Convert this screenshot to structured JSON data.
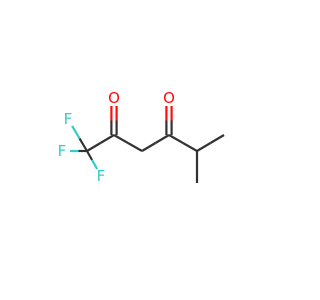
{
  "molecule": {
    "atoms": [
      {
        "id": "F1",
        "element": "F",
        "label": "F",
        "color": "#33cccc"
      },
      {
        "id": "F2",
        "element": "F",
        "label": "F",
        "color": "#33cccc"
      },
      {
        "id": "F3",
        "element": "F",
        "label": "F",
        "color": "#33cccc"
      },
      {
        "id": "C1",
        "element": "C",
        "label": ""
      },
      {
        "id": "C2",
        "element": "C",
        "label": ""
      },
      {
        "id": "O1",
        "element": "O",
        "label": "O",
        "color": "#ff0d0d"
      },
      {
        "id": "C3",
        "element": "C",
        "label": ""
      },
      {
        "id": "C4",
        "element": "C",
        "label": ""
      },
      {
        "id": "O2",
        "element": "O",
        "label": "O",
        "color": "#ff0d0d"
      },
      {
        "id": "C5",
        "element": "C",
        "label": ""
      },
      {
        "id": "C6",
        "element": "C",
        "label": ""
      },
      {
        "id": "C7",
        "element": "C",
        "label": ""
      }
    ],
    "bonds": [
      {
        "a": "C1",
        "b": "F1",
        "order": 1
      },
      {
        "a": "C1",
        "b": "F2",
        "order": 1
      },
      {
        "a": "C1",
        "b": "F3",
        "order": 1
      },
      {
        "a": "C1",
        "b": "C2",
        "order": 1
      },
      {
        "a": "C2",
        "b": "O1",
        "order": 2
      },
      {
        "a": "C2",
        "b": "C3",
        "order": 1
      },
      {
        "a": "C3",
        "b": "C4",
        "order": 1
      },
      {
        "a": "C4",
        "b": "O2",
        "order": 2
      },
      {
        "a": "C4",
        "b": "C5",
        "order": 1
      },
      {
        "a": "C5",
        "b": "C6",
        "order": 1
      },
      {
        "a": "C5",
        "b": "C7",
        "order": 1
      }
    ],
    "colors": {
      "carbon_bond": "#333333",
      "fluorine": "#33cccc",
      "oxygen": "#ff0d0d",
      "background": "#ffffff"
    }
  }
}
